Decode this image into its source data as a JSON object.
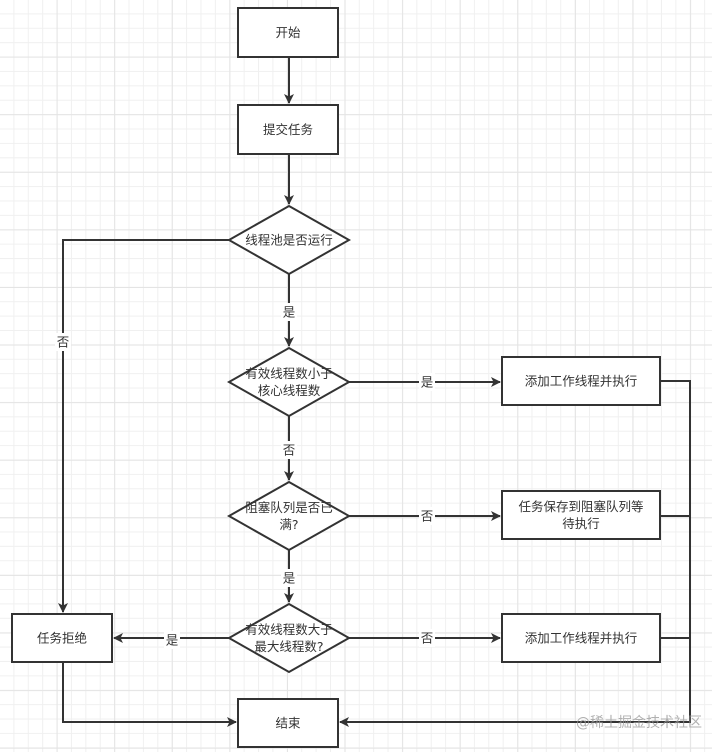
{
  "diagram": {
    "type": "flowchart",
    "colors": {
      "stroke": "#333333",
      "fill": "#ffffff",
      "text": "#333333",
      "grid": "#e4e4e4"
    },
    "nodes": {
      "start": {
        "shape": "rect",
        "lines": [
          "开始"
        ]
      },
      "submit": {
        "shape": "rect",
        "lines": [
          "提交任务"
        ]
      },
      "pool_running": {
        "shape": "diamond",
        "lines": [
          "线程池是否运行"
        ]
      },
      "less_than_core": {
        "shape": "diamond",
        "lines": [
          "有效线程数小于",
          "核心线程数"
        ]
      },
      "queue_full": {
        "shape": "diamond",
        "lines": [
          "阻塞队列是否已",
          "满?"
        ]
      },
      "greater_than_max": {
        "shape": "diamond",
        "lines": [
          "有效线程数大于",
          "最大线程数?"
        ]
      },
      "add_worker_1": {
        "shape": "rect",
        "lines": [
          "添加工作线程并执行"
        ]
      },
      "save_to_queue": {
        "shape": "rect",
        "lines": [
          "任务保存到阻塞队列等",
          "待执行"
        ]
      },
      "add_worker_2": {
        "shape": "rect",
        "lines": [
          "添加工作线程并执行"
        ]
      },
      "reject": {
        "shape": "rect",
        "lines": [
          "任务拒绝"
        ]
      },
      "end": {
        "shape": "rect",
        "lines": [
          "结束"
        ]
      }
    },
    "edges": [
      {
        "from": "start",
        "to": "submit",
        "label": ""
      },
      {
        "from": "submit",
        "to": "pool_running",
        "label": ""
      },
      {
        "from": "pool_running",
        "to": "less_than_core",
        "label": "是"
      },
      {
        "from": "pool_running",
        "to": "reject",
        "label": "否"
      },
      {
        "from": "less_than_core",
        "to": "add_worker_1",
        "label": "是"
      },
      {
        "from": "less_than_core",
        "to": "queue_full",
        "label": "否"
      },
      {
        "from": "queue_full",
        "to": "save_to_queue",
        "label": "否"
      },
      {
        "from": "queue_full",
        "to": "greater_than_max",
        "label": "是"
      },
      {
        "from": "greater_than_max",
        "to": "add_worker_2",
        "label": "否"
      },
      {
        "from": "greater_than_max",
        "to": "reject",
        "label": "是"
      },
      {
        "from": "reject",
        "to": "end",
        "label": ""
      },
      {
        "from": "add_worker_1",
        "to": "end",
        "label": ""
      },
      {
        "from": "save_to_queue",
        "to": "end",
        "label": ""
      },
      {
        "from": "add_worker_2",
        "to": "end",
        "label": ""
      }
    ]
  },
  "watermark": "@稀土掘金技术社区"
}
